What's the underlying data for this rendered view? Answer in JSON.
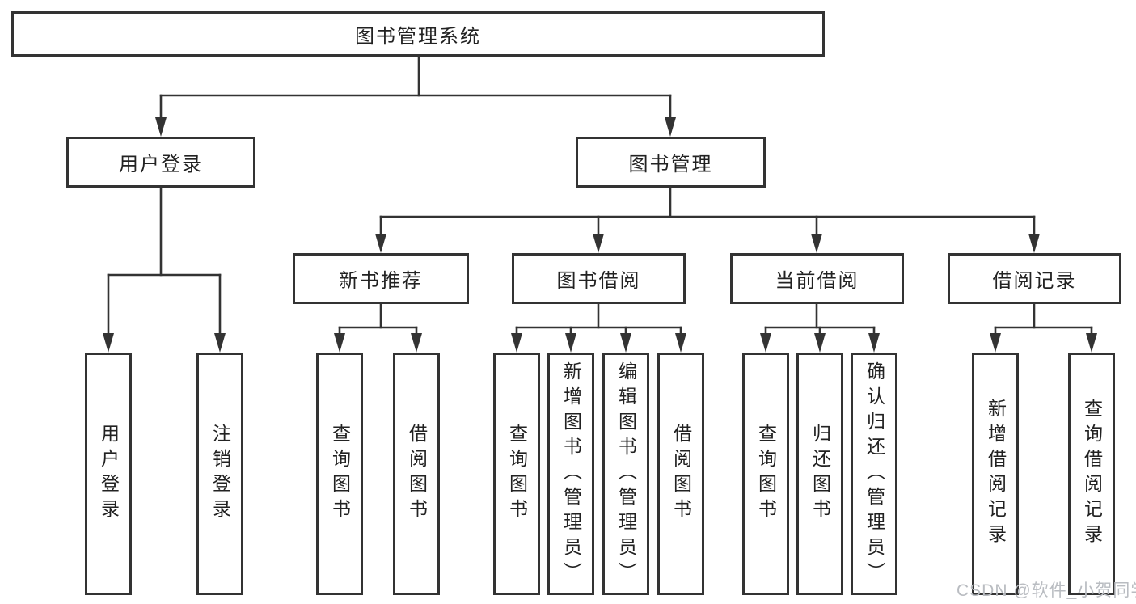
{
  "root": {
    "label": "图书管理系统"
  },
  "branches": [
    {
      "label": "用户登录",
      "children": [
        {
          "label": "用户登录"
        },
        {
          "label": "注销登录"
        }
      ]
    },
    {
      "label": "图书管理",
      "children": [
        {
          "label": "新书推荐",
          "children": [
            {
              "label": "查询图书"
            },
            {
              "label": "借阅图书"
            }
          ]
        },
        {
          "label": "图书借阅",
          "children": [
            {
              "label": "查询图书"
            },
            {
              "label": "新增图书（管理员）"
            },
            {
              "label": "编辑图书（管理员）"
            },
            {
              "label": "借阅图书"
            }
          ]
        },
        {
          "label": "当前借阅",
          "children": [
            {
              "label": "查询图书"
            },
            {
              "label": "归还图书"
            },
            {
              "label": "确认归还（管理员）"
            }
          ]
        },
        {
          "label": "借阅记录",
          "children": [
            {
              "label": "新增借阅记录"
            },
            {
              "label": "查询借阅记录"
            }
          ]
        }
      ]
    }
  ],
  "watermark": {
    "text": "CSDN @软件_小贺同学",
    "color": "#b9bcc1"
  },
  "style": {
    "line_color": "#333333",
    "box_border_color": "#333333",
    "text_color": "#222222",
    "background": "#ffffff"
  }
}
